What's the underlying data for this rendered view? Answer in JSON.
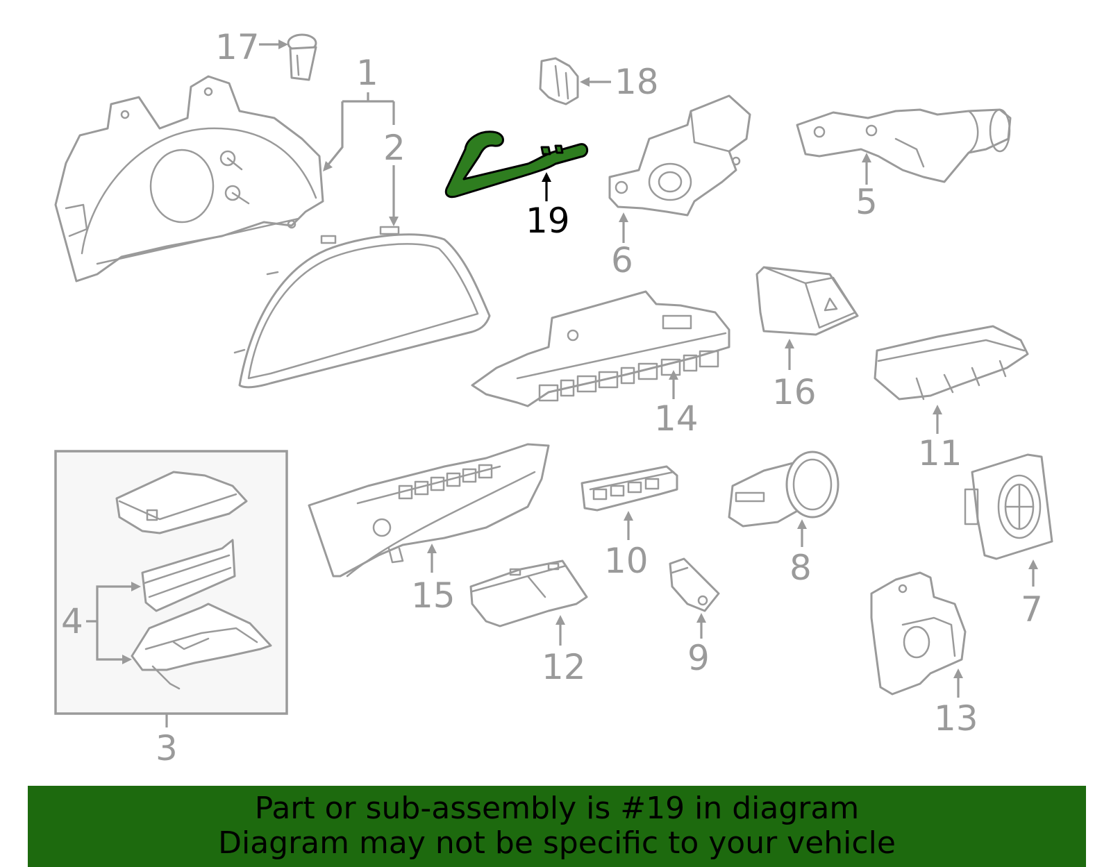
{
  "callouts": {
    "c1": "1",
    "c2": "2",
    "c3": "3",
    "c4": "4",
    "c5": "5",
    "c6": "6",
    "c7": "7",
    "c8": "8",
    "c9": "9",
    "c10": "10",
    "c11": "11",
    "c12": "12",
    "c13": "13",
    "c14": "14",
    "c15": "15",
    "c16": "16",
    "c17": "17",
    "c18": "18",
    "c19": "19"
  },
  "highlighted_part": "19",
  "colors": {
    "highlight_part": "#2e7d1f",
    "banner": "#1d6a0e",
    "line_art": "#9a9a9a"
  },
  "banner": {
    "line1": "Part or sub-assembly is #19 in diagram",
    "line2": "Diagram may not be specific to your vehicle"
  }
}
